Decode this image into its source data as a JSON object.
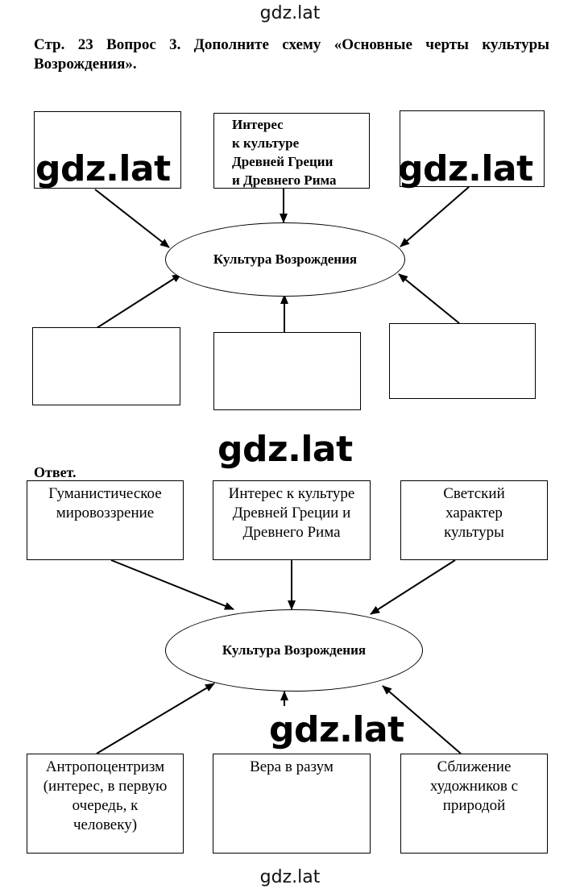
{
  "watermark": "gdz.lat",
  "question_text": "Стр. 23 Вопрос 3. Дополните схему «Основные черты культуры Возрождения».",
  "answer_label": "Ответ.",
  "task_diagram": {
    "center": "Культура Возрождения",
    "top_middle_lines": [
      "Интерес",
      "к культуре",
      "Древней Греции",
      "и Древнего Рима"
    ]
  },
  "answer_diagram": {
    "center": "Культура Возрождения",
    "top_left": [
      "Гуманистическое",
      "мировоззрение"
    ],
    "top_middle": [
      "Интерес к культуре",
      "Древней Греции и",
      "Древнего Рима"
    ],
    "top_right": [
      "Светский",
      "характер",
      "культуры"
    ],
    "bottom_left": [
      "Антропоцентризм",
      "(интерес, в первую",
      "очередь, к",
      "человеку)"
    ],
    "bottom_middle": [
      "Вера в разум"
    ],
    "bottom_right": [
      "Сближение",
      "художников с",
      "природой"
    ]
  }
}
